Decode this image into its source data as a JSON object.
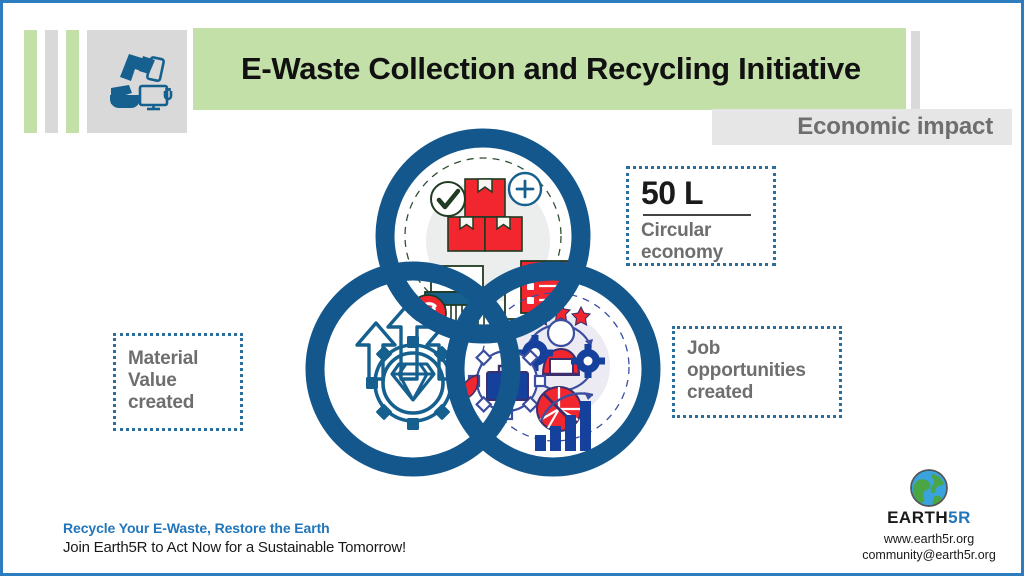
{
  "header": {
    "title": "E-Waste Collection and Recycling Initiative",
    "section_label": "Economic impact",
    "logo_icon": "ewaste-recycling-icon",
    "accent_bars": [
      "green",
      "gray",
      "green"
    ]
  },
  "venn": {
    "circles": [
      {
        "id": "top",
        "position": "top-center",
        "icon": "recycling-process-icon",
        "icon_parts": [
          "checked-boxes",
          "plus-badge",
          "shredder-with-recycle-arrows",
          "monitor-checklist-leaf"
        ]
      },
      {
        "id": "bottom-left",
        "position": "bottom-left",
        "icon": "diamond-gear-growth-icon",
        "icon_parts": [
          "diamond",
          "gear",
          "three-up-arrows"
        ]
      },
      {
        "id": "bottom-right",
        "position": "bottom-right",
        "icon": "jobs-economy-icon",
        "icon_parts": [
          "briefcase-in-gear",
          "worker-with-laptop-and-gears",
          "star-rating",
          "pie-chart",
          "bar-chart-growth-arrow"
        ]
      }
    ]
  },
  "callouts": [
    {
      "id": "circular-economy",
      "value": "50 L",
      "label": "Circular economy",
      "has_rule": true
    },
    {
      "id": "material-value",
      "value": "",
      "label": "Material Value created",
      "has_rule": false
    },
    {
      "id": "job-opportunities",
      "value": "",
      "label": "Job opportunities created",
      "has_rule": false
    }
  ],
  "footer": {
    "tagline": "Recycle Your E-Waste, Restore the Earth",
    "subline": "Join Earth5R to Act Now for a Sustainable Tomorrow!",
    "brand_name_dark": "EARTH",
    "brand_name_accent": "5R",
    "website": "www.earth5r.org",
    "email": "community@earth5r.org",
    "brand_icon": "earth-globe-icon"
  },
  "colors": {
    "border": "#2c7cbf",
    "green": "#c2e0a8",
    "gray_band": "#d9d9d9",
    "econ_band": "#e6e6e6",
    "venn_blue": "#14578c",
    "accent_red": "#f2262f",
    "callout_border": "#2b6e9c",
    "label_gray": "#6e6e6e",
    "tagline_blue": "#2176bc"
  }
}
